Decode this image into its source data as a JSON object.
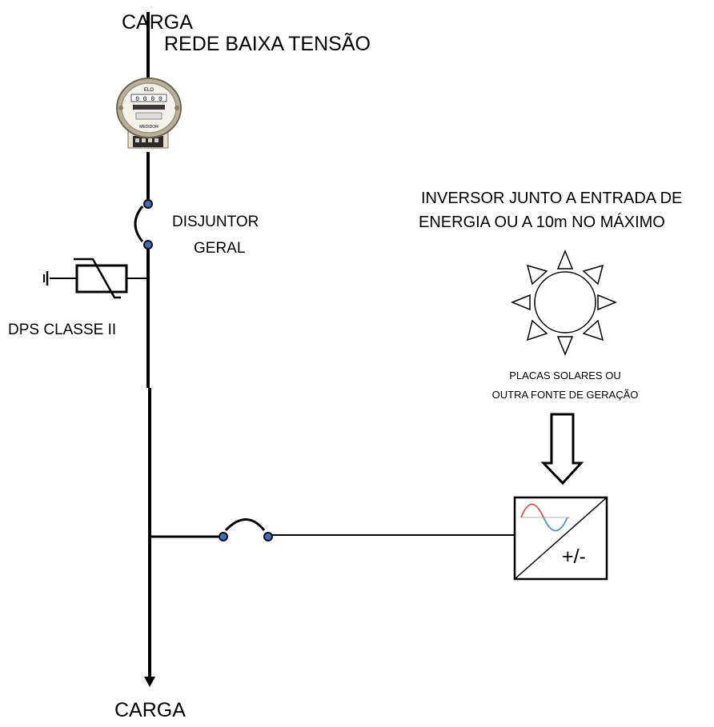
{
  "labels": {
    "top_load": "CARGA",
    "grid": "REDE BAIXA TENSÃO",
    "breaker_line1": "DISJUNTOR",
    "breaker_line2": "GERAL",
    "dps": "DPS CLASSE II",
    "inverter_note_line1": "INVERSOR JUNTO A ENTRADA DE",
    "inverter_note_line2": "ENERGIA OU A 10m NO MÁXIMO",
    "source_line1": "PLACAS SOLARES OU",
    "source_line2": "OUTRA FONTE DE GERAÇÃO",
    "inverter_symbol": "+/-",
    "bottom_load": "CARGA"
  },
  "meter": {
    "display_digits": "0 0 0 0",
    "brand": "ELO",
    "caption": "MEDIDOR"
  },
  "colors": {
    "line": "#000000",
    "terminal_fill": "#3b6fc4",
    "terminal_stroke": "#0d0d0d",
    "sine_red": "#d9534f",
    "sine_blue": "#4a90d9",
    "meter_body": "#cfc8b4",
    "meter_base": "#e8dfcc"
  },
  "icons": {
    "sun": "sun-icon",
    "meter": "energy-meter-icon",
    "inverter": "inverter-icon",
    "surge_protector": "varistor-icon",
    "ground": "ground-icon",
    "arrow": "down-arrow-icon"
  }
}
